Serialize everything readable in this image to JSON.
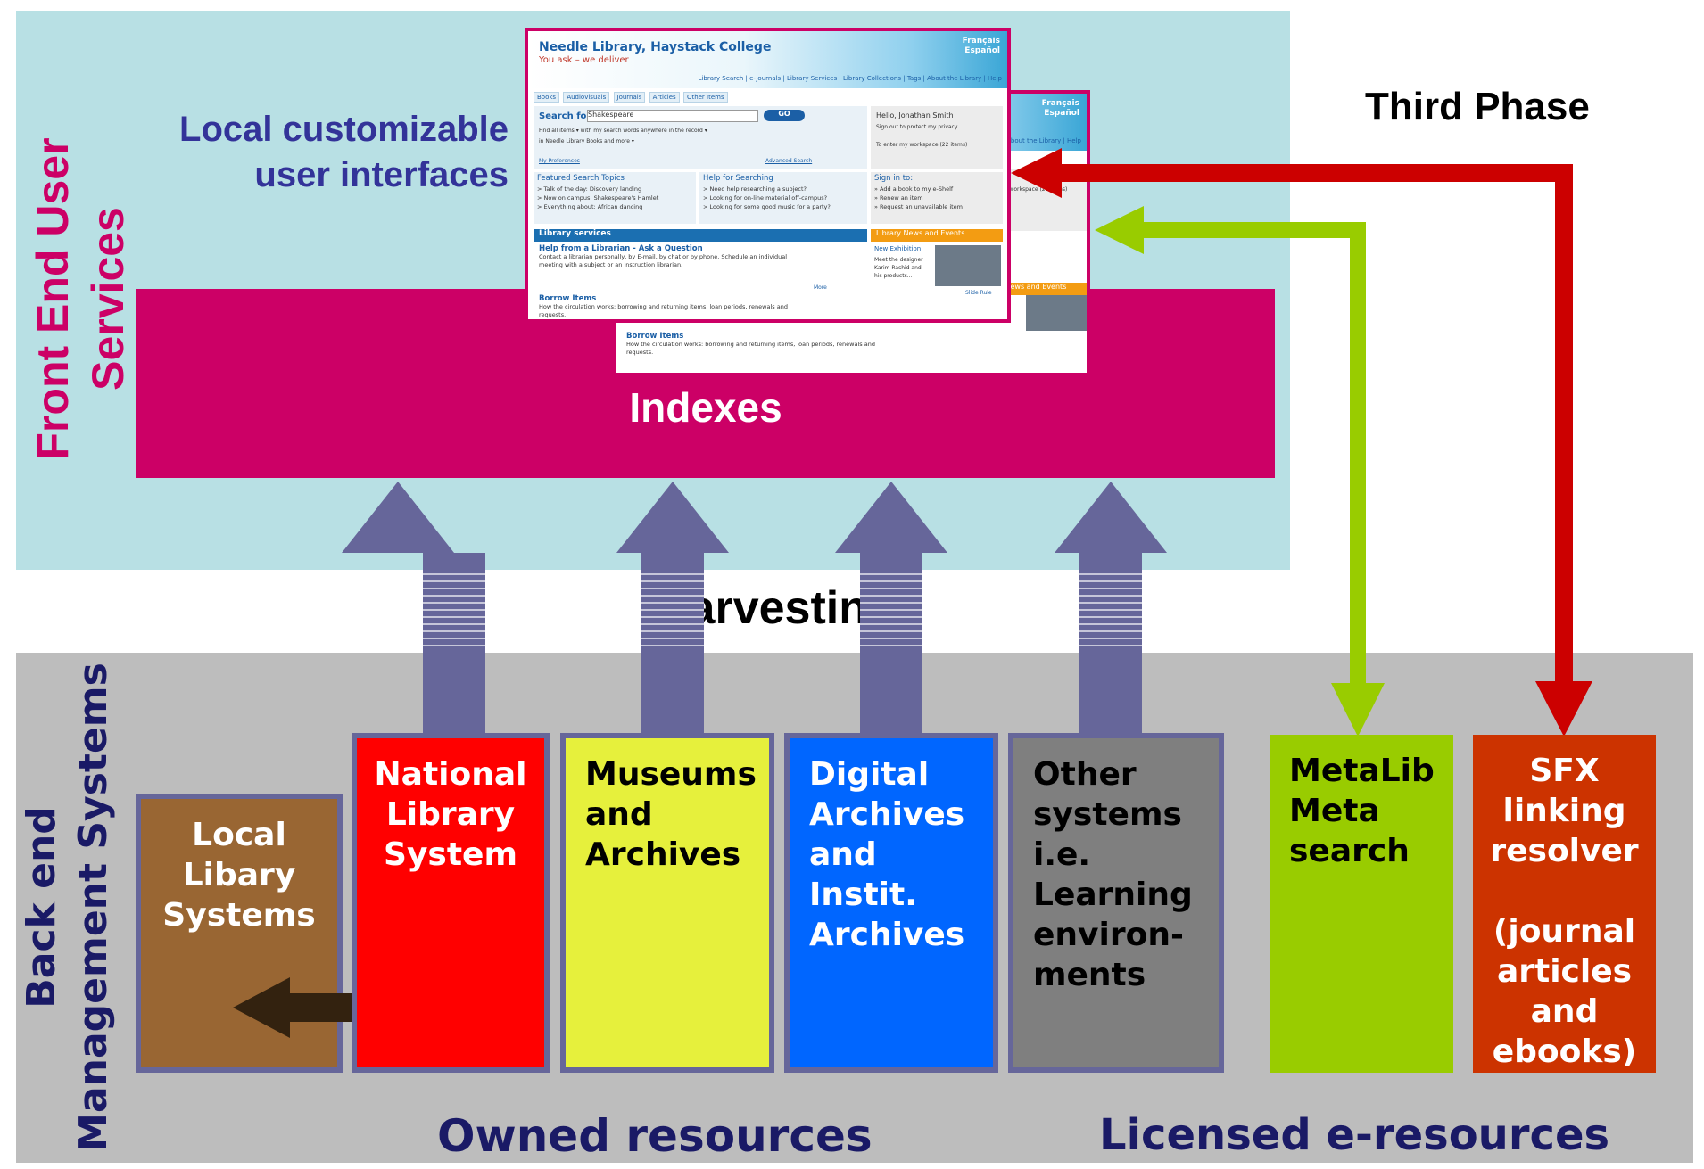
{
  "colors": {
    "front_bg": "#b8e0e4",
    "back_bg": "#bdbdbd",
    "indexes": "#cc0066",
    "harvest_arrow": "#66669a",
    "metalib_arrow": "#99cc00",
    "sfx_arrow": "#cc0000",
    "local_arrow": "#33220f"
  },
  "labels": {
    "front_end": [
      "Front End User",
      "Services"
    ],
    "back_end": [
      "Back end",
      "Management Systems"
    ],
    "local_interfaces": [
      "Local customizable",
      "user interfaces"
    ],
    "indexes": "Indexes",
    "harvesting": "Harvesting",
    "third_phase": "Third Phase",
    "owned": "Owned resources",
    "licensed": "Licensed e-resources"
  },
  "boxes": {
    "local": [
      "Local",
      "Libary",
      "Systems"
    ],
    "national": [
      "National",
      "Library",
      "System"
    ],
    "museums": [
      "Museums",
      "and",
      "Archives"
    ],
    "digital": [
      "Digital",
      "Archives",
      "and",
      "Instit.",
      "Archives"
    ],
    "other": [
      "Other",
      "systems",
      "i.e.",
      "Learning",
      "environ-",
      "ments"
    ],
    "metalib": [
      "MetaLib",
      "Meta",
      "search"
    ],
    "sfx": [
      "SFX",
      "linking",
      "resolver",
      "",
      "(journal",
      "articles",
      "and",
      "ebooks)"
    ]
  },
  "screenshot": {
    "title": "Needle Library, Haystack College",
    "tagline": "You ask – we deliver",
    "lang": [
      "Français",
      "Español"
    ],
    "nav": "Library Search | e-Journals | Library Services | Library Collections | Tags | About the Library | Help",
    "tabs": [
      "Books",
      "Audiovisuals",
      "Journals",
      "Articles",
      "Other Items"
    ],
    "search_label": "Search for",
    "search_value": "Shakespeare",
    "go": "GO",
    "find_row": "Find all items ▾ with my search words anywhere in the record ▾",
    "in_row": "in Needle Library Books and more ▾",
    "my_prefs": "My Preferences",
    "adv_search": "Advanced Search",
    "hello": "Hello, Jonathan Smith",
    "signout": "Sign out to protect my privacy.",
    "eshelf": "To enter my workspace (22 items)",
    "featured_title": "Featured Search Topics",
    "featured": [
      "> Talk of the day: Discovery landing",
      "> Now on campus: Shakespeare's Hamlet",
      "> Everything about: African dancing"
    ],
    "help_title": "Help for Searching",
    "help": [
      "> Need help researching a subject?",
      "> Looking for on-line material off-campus?",
      "> Looking for some good music for a party?"
    ],
    "signin_title": "Sign in to:",
    "signin": [
      "» Add a book to my e-Shelf",
      "» Renew an item",
      "» Request an unavailable item"
    ],
    "lib_services": "Library services",
    "news": "Library News and Events",
    "help_librarian": "Help from a Librarian - Ask a Question",
    "help_text": "Contact a librarian personally, by E-mail, by chat or by phone. Schedule an individual meeting with a subject or an instruction librarian.",
    "more": "More",
    "borrow": "Borrow Items",
    "borrow_text": "How the circulation works: borrowing and returning items, loan periods, renewals and requests.",
    "exhibition": "New Exhibition!",
    "exhibition_text": "Meet the designer Karim Rashid and his products...",
    "slide_rule": "Slide Rule"
  }
}
